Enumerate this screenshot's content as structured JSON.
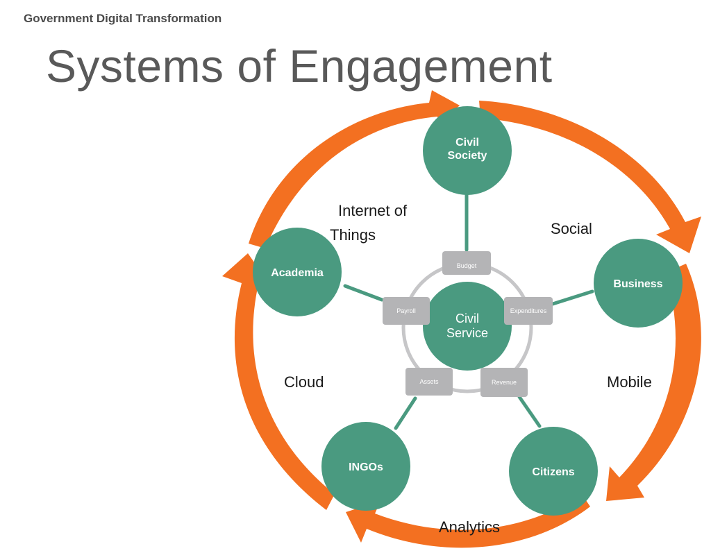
{
  "header": {
    "section": "Government Digital Transformation"
  },
  "title": "Systems of Engagement",
  "colors": {
    "node": "#4a9a80",
    "arrow": "#f37021",
    "chip": "#b4b4b6",
    "ring": "#c6c6c8",
    "connector": "#4a9a80"
  },
  "center": {
    "label_line1": "Civil",
    "label_line2": "Service"
  },
  "chips": {
    "budget": "Budget",
    "expenditures": "Expenditures",
    "revenue": "Revenue",
    "assets": "Assets",
    "payroll": "Payroll"
  },
  "nodes": {
    "civil_society": {
      "line1": "Civil",
      "line2": "Society"
    },
    "business": "Business",
    "citizens": "Citizens",
    "ingos": "INGOs",
    "academia": "Academia"
  },
  "ring_labels": {
    "iot_line1": "Internet of",
    "iot_line2": "Things",
    "social": "Social",
    "mobile": "Mobile",
    "cloud": "Cloud",
    "analytics": "Analytics"
  }
}
